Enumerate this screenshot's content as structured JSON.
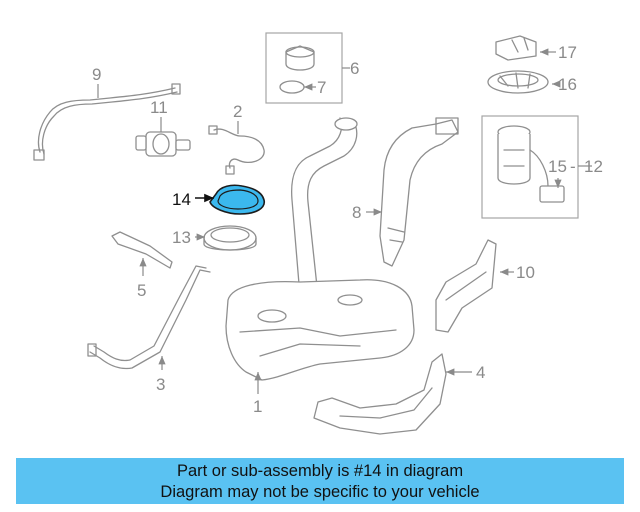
{
  "banner": {
    "line1": "Part or sub-assembly is #14 in diagram",
    "line2": "Diagram may not be specific to your vehicle"
  },
  "labels": {
    "l1": "1",
    "l2": "2",
    "l3": "3",
    "l4": "4",
    "l5": "5",
    "l6": "6",
    "l7": "7",
    "l8": "8",
    "l9": "9",
    "l10": "10",
    "l11": "11",
    "l12": "12",
    "l13": "13",
    "l14": "14",
    "l15": "15",
    "l16": "16",
    "l17": "17"
  },
  "highlight": {
    "part_number": "14",
    "color": "#3bb8ee",
    "banner_color": "#5ac2f2"
  }
}
